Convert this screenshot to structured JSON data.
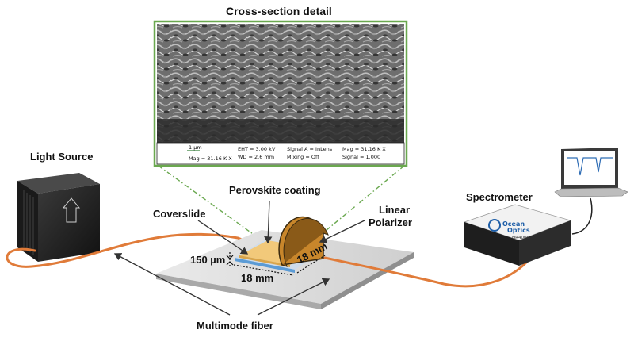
{
  "title": "Cross-section detail",
  "labels": {
    "light_source": "Light Source",
    "perovskite": "Perovskite coating",
    "coverslide": "Coverslide",
    "linear": "Linear",
    "polarizer": "Polarizer",
    "spectrometer": "Spectrometer",
    "thickness": "150 µm",
    "width1": "18 mm",
    "width2": "18 mm",
    "fiber": "Multimode fiber"
  },
  "sem_info": {
    "scale_bar": "1 µm",
    "mag_left": "Mag =  31.16 K X",
    "eht": "EHT =  3.00 kV",
    "wd": "WD =  2.6 mm",
    "signal_a": "Signal A = InLens",
    "mixing": "Mixing = Off",
    "mag_right": "Mag =  31.16 K X",
    "signal": "Signal = 1.000"
  },
  "device_text": {
    "brand1": "Ocean",
    "brand2": "Optics",
    "model": "HR4000"
  },
  "colors": {
    "inset_border": "#6aa84f",
    "fiber": "#e07b39",
    "perovskite": "#f2c97a",
    "polarizer": "#c8862b",
    "coverslide_edge": "#5b9bd5",
    "plate": "#d9d9d9"
  }
}
